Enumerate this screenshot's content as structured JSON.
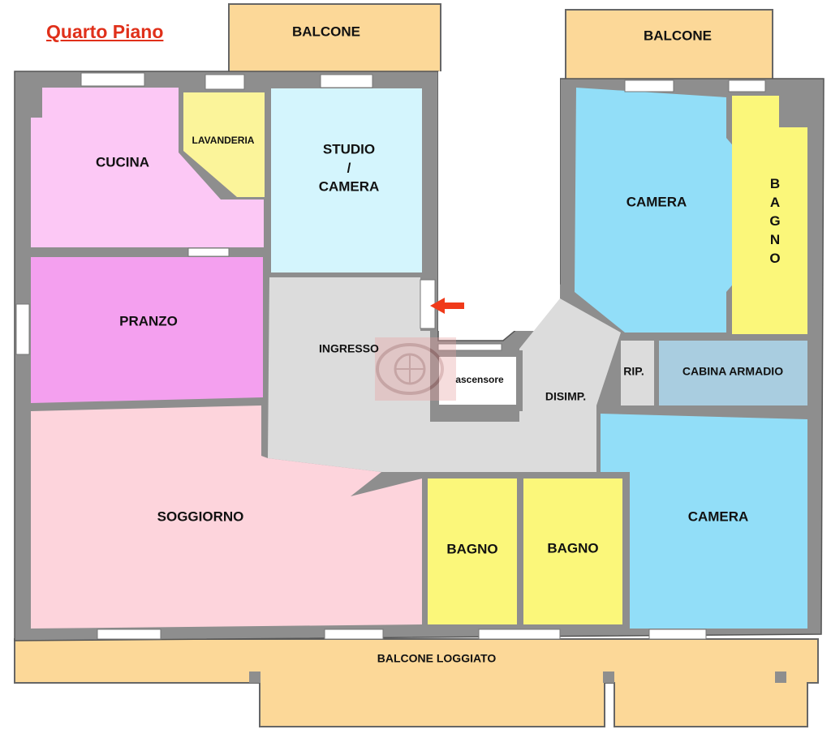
{
  "title": "Quarto Piano",
  "rooms": {
    "balcone_top_left": "BALCONE",
    "balcone_top_right": "BALCONE",
    "cucina": "CUCINA",
    "lavanderia": "LAVANDERIA",
    "studio": "STUDIO\n/\nCAMERA",
    "studio_l1": "STUDIO",
    "studio_l2": "/",
    "studio_l3": "CAMERA",
    "pranzo": "PRANZO",
    "ingresso": "INGRESSO",
    "ascensore": "ascensore",
    "disimp": "DISIMP.",
    "soggiorno": "SOGGIORNO",
    "bagno_1": "BAGNO",
    "bagno_2": "BAGNO",
    "camera_top": "CAMERA",
    "bagno_right": "BAGNO",
    "bagno_right_letters": [
      "B",
      "A",
      "G",
      "N",
      "O"
    ],
    "rip": "RIP.",
    "cabina_armadio": "CABINA ARMADIO",
    "camera_bottom": "CAMERA",
    "balcone_loggiato": "BALCONE LOGGIATO"
  },
  "colors": {
    "wall": "#8e8e8e",
    "balcony": "#fcd898",
    "cucina": "#fcc8f5",
    "lavanderia": "#fbf49a",
    "studio": "#d4f5fd",
    "pranzo": "#f4a0ef",
    "circulation": "#dcdcdc",
    "soggiorno": "#fdd4dc",
    "bagno": "#fbf77a",
    "camera": "#92def8",
    "cabina": "#a9cde0",
    "entrance_arrow": "#f03a1a"
  }
}
